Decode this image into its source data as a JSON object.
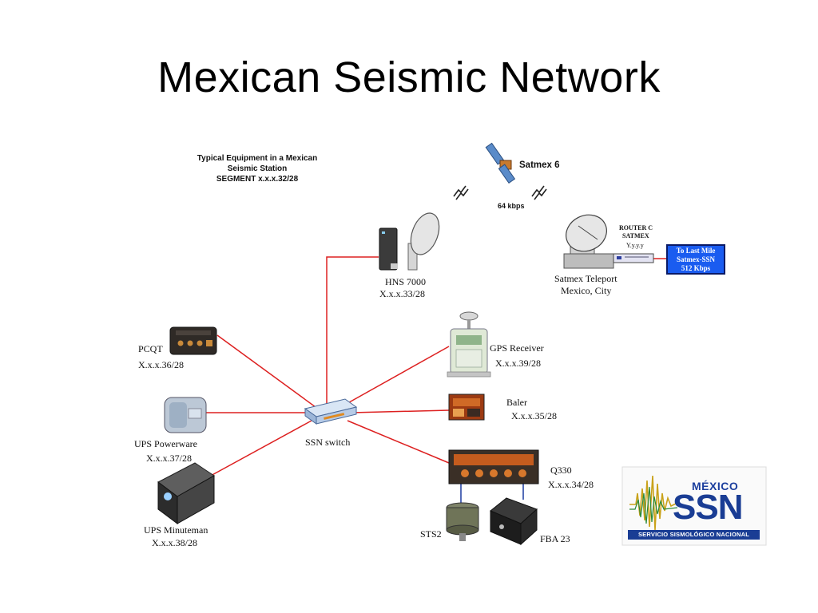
{
  "title": "Mexican Seismic Network",
  "caption": {
    "line1": "Typical Equipment in a Mexican",
    "line2": "Seismic Station",
    "line3": "SEGMENT x.x.x.32/28"
  },
  "satellite": {
    "name": "Satmex 6",
    "rate": "64 kbps"
  },
  "hns": {
    "name": "HNS 7000",
    "ip": "X.x.x.33/28"
  },
  "router": {
    "line1": "ROUTER C",
    "line2": "SATMEX",
    "ip": "Y.y.y.y"
  },
  "last_mile": {
    "line1": "To Last Mile",
    "line2": "Satmex-SSN",
    "line3": "512 Kbps"
  },
  "teleport": {
    "line1": "Satmex Teleport",
    "line2": "Mexico, City"
  },
  "pcqt": {
    "name": "PCQT",
    "ip": "X.x.x.36/28"
  },
  "gps": {
    "name": "GPS Receiver",
    "ip": "X.x.x.39/28"
  },
  "ups_powerware": {
    "name": "UPS Powerware",
    "ip": "X.x.x.37/28"
  },
  "switch": {
    "name": "SSN switch"
  },
  "baler": {
    "name": "Baler",
    "ip": "X.x.x.35/28"
  },
  "q330": {
    "name": "Q330",
    "ip": "X.x.x.34/28"
  },
  "ups_minuteman": {
    "name": "UPS Minuteman",
    "ip": "X.x.x.38/28"
  },
  "sts2": {
    "name": "STS2"
  },
  "fba": {
    "name": "FBA 23"
  },
  "logo": {
    "top": "MÉXICO",
    "main": "SSN",
    "sub": "SERVICIO SISMOLÓGICO NACIONAL"
  },
  "colors": {
    "link": "#dd2020",
    "sensor_cable": "#1a3aa0",
    "last_mile_box": "#1a5cf0",
    "logo_blue": "#1a3d94"
  }
}
